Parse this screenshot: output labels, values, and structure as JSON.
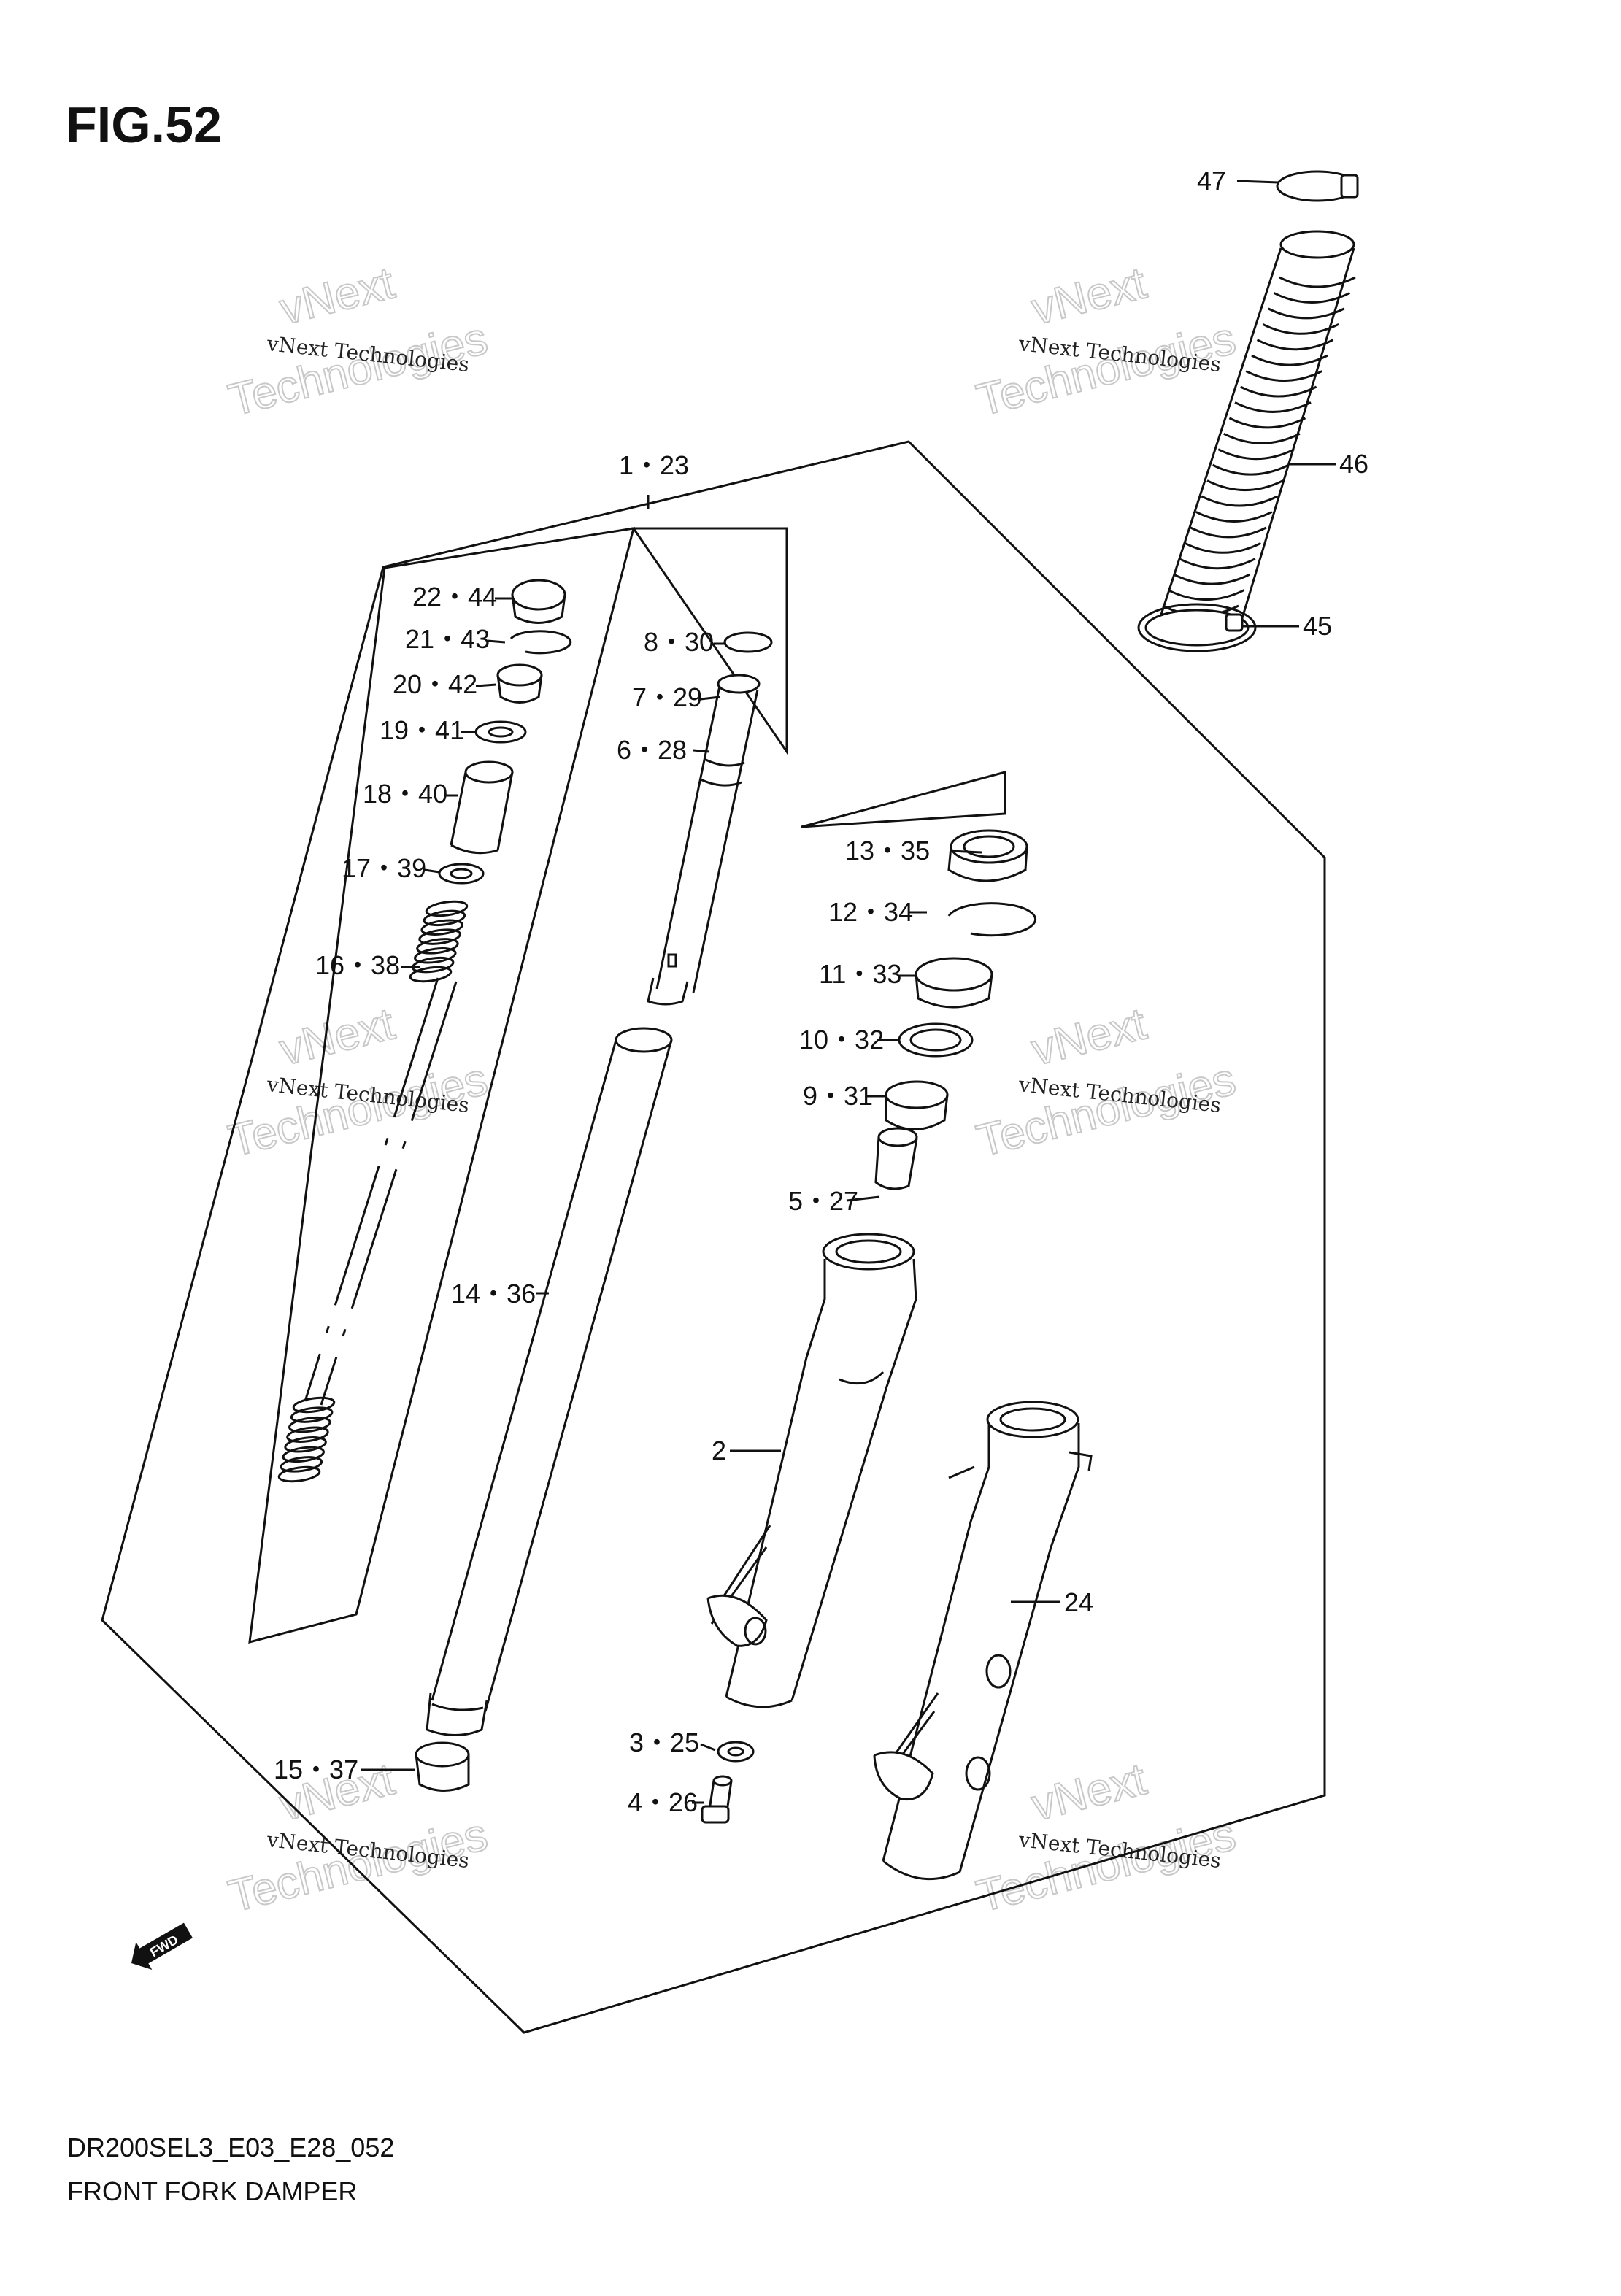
{
  "figure": {
    "number": "FIG.52",
    "code": "DR200SEL3_E03_E28_052",
    "title": "FRONT FORK DAMPER"
  },
  "direction_badge": "FWD",
  "watermark": {
    "line1": "vNext Technologies",
    "line2": "vNext",
    "line3": "Technologies"
  },
  "callouts": [
    {
      "id": "c-47",
      "text": "47"
    },
    {
      "id": "c-46",
      "text": "46"
    },
    {
      "id": "c-45",
      "text": "45"
    },
    {
      "id": "c-1-23",
      "text": "1・23"
    },
    {
      "id": "c-22-44",
      "text": "22・44"
    },
    {
      "id": "c-21-43",
      "text": "21・43"
    },
    {
      "id": "c-20-42",
      "text": "20・42"
    },
    {
      "id": "c-19-41",
      "text": "19・41"
    },
    {
      "id": "c-18-40",
      "text": "18・40"
    },
    {
      "id": "c-17-39",
      "text": "17・39"
    },
    {
      "id": "c-16-38",
      "text": "16・38"
    },
    {
      "id": "c-8-30",
      "text": "8・30"
    },
    {
      "id": "c-7-29",
      "text": "7・29"
    },
    {
      "id": "c-6-28",
      "text": "6・28"
    },
    {
      "id": "c-13-35",
      "text": "13・35"
    },
    {
      "id": "c-12-34",
      "text": "12・34"
    },
    {
      "id": "c-11-33",
      "text": "11・33"
    },
    {
      "id": "c-10-32",
      "text": "10・32"
    },
    {
      "id": "c-9-31",
      "text": "9・31"
    },
    {
      "id": "c-5-27",
      "text": "5・27"
    },
    {
      "id": "c-14-36",
      "text": "14・36"
    },
    {
      "id": "c-2",
      "text": "2"
    },
    {
      "id": "c-24",
      "text": "24"
    },
    {
      "id": "c-3-25",
      "text": "3・25"
    },
    {
      "id": "c-4-26",
      "text": "4・26"
    },
    {
      "id": "c-15-37",
      "text": "15・37"
    }
  ]
}
